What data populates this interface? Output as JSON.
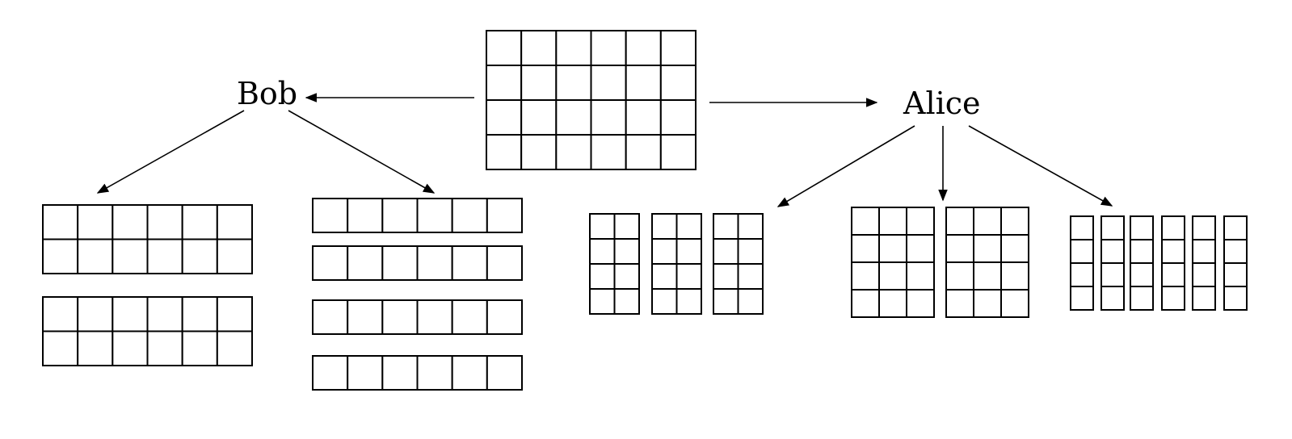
{
  "labels": {
    "left": "Bob",
    "right": "Alice"
  },
  "colors": {
    "stroke": "#000000",
    "background": "#ffffff"
  },
  "grids": {
    "source": {
      "rows": 4,
      "cols": 6
    },
    "bob_option_a": {
      "count": 2,
      "rows": 2,
      "cols": 6
    },
    "bob_option_b": {
      "count": 4,
      "rows": 1,
      "cols": 6
    },
    "alice_option_a": {
      "count": 3,
      "rows": 4,
      "cols": 2
    },
    "alice_option_b": {
      "count": 2,
      "rows": 4,
      "cols": 3
    },
    "alice_option_c": {
      "count": 6,
      "rows": 4,
      "cols": 1
    }
  }
}
